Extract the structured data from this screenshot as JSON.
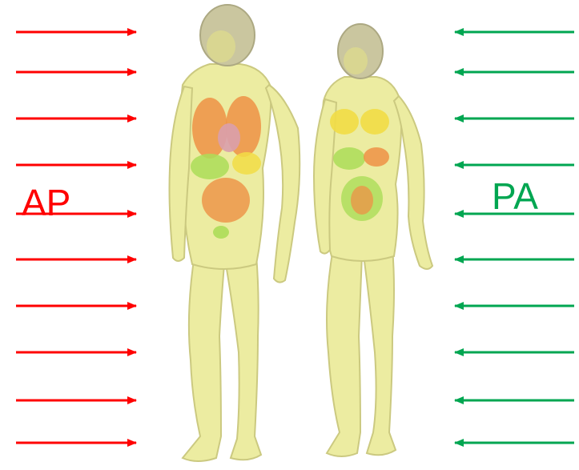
{
  "left_beam": {
    "label": "AP",
    "color": "#ff0000",
    "arrow_count": 10,
    "direction": "right"
  },
  "right_beam": {
    "label": "PA",
    "color": "#00a651",
    "arrow_count": 10,
    "direction": "left"
  },
  "phantoms": [
    {
      "name": "male-phantom"
    },
    {
      "name": "female-phantom"
    }
  ],
  "colors": {
    "body": "#ecec9c",
    "body_outline": "#c9c77a",
    "head": "#c8c49a",
    "organ_orange": "#ee8c3c",
    "organ_green": "#a8dc50",
    "organ_yellow": "#f2dc3c",
    "organ_pink": "#d89aa8"
  }
}
